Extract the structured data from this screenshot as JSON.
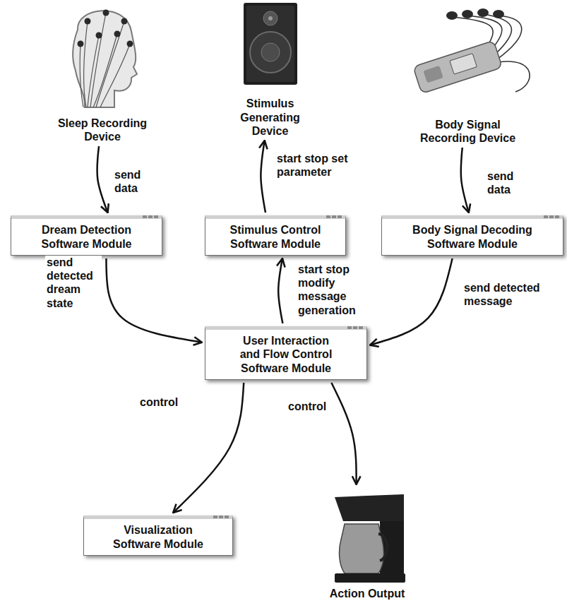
{
  "diagram": {
    "nodes": [
      {
        "text": [
          "Sleep Recording Device"
        ]
      },
      {
        "text": [
          "Stimulus Generating Device"
        ]
      },
      {
        "text": [
          "Body Signal Recording Device"
        ]
      },
      {
        "text": [
          "Dream Detection Software Module"
        ]
      },
      {
        "text": [
          "Stimulus Control Software Module"
        ]
      },
      {
        "text": [
          "Body Signal Decoding Software Module"
        ]
      },
      {
        "text": [
          "User Interaction and Flow Control Software Module"
        ]
      },
      {
        "text": [
          "Visualization Software Module"
        ]
      },
      {
        "text": [
          "Action Output"
        ]
      }
    ],
    "edges": [
      {
        "from": 0,
        "to": 3,
        "arrow": "to",
        "label": "send data"
      },
      {
        "from": 4,
        "to": 1,
        "arrow": "to",
        "label": "start stop set parameter"
      },
      {
        "from": 2,
        "to": 5,
        "arrow": "to",
        "label": "send data"
      },
      {
        "from": 3,
        "to": 6,
        "arrow": "to",
        "label": "send detected dream state"
      },
      {
        "from": 6,
        "to": 4,
        "arrow": "to",
        "label": "start stop modify message generation"
      },
      {
        "from": 5,
        "to": 6,
        "arrow": "to",
        "label": "send detected message"
      },
      {
        "from": 6,
        "to": 7,
        "arrow": "to",
        "label": "control"
      },
      {
        "from": 6,
        "to": 8,
        "arrow": "to",
        "label": "control"
      }
    ]
  }
}
